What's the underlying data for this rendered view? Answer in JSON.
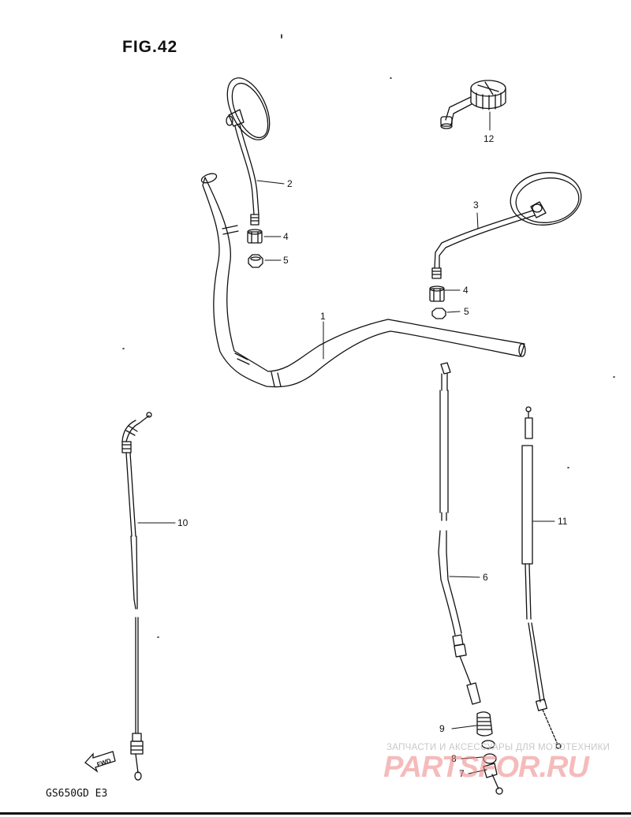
{
  "figure": {
    "title": "FIG.42",
    "model_code": "GS650GD  E3"
  },
  "callouts": {
    "c1": "1",
    "c2": "2",
    "c3": "3",
    "c4a": "4",
    "c4b": "4",
    "c5a": "5",
    "c5b": "5",
    "c6": "6",
    "c7": "7",
    "c8": "8",
    "c9": "9",
    "c10": "10",
    "c11": "11",
    "c12": "12"
  },
  "fwd_label": "FWD",
  "watermark": {
    "caption": "ЗАПЧАСТИ И АКСЕССУАРЫ ДЛЯ МОТОТЕХНИКИ",
    "logo": "PARTSFOR.RU"
  },
  "colors": {
    "line": "#111111",
    "watermark_logo": "#ee8585",
    "watermark_caption": "#c8c8c8"
  }
}
